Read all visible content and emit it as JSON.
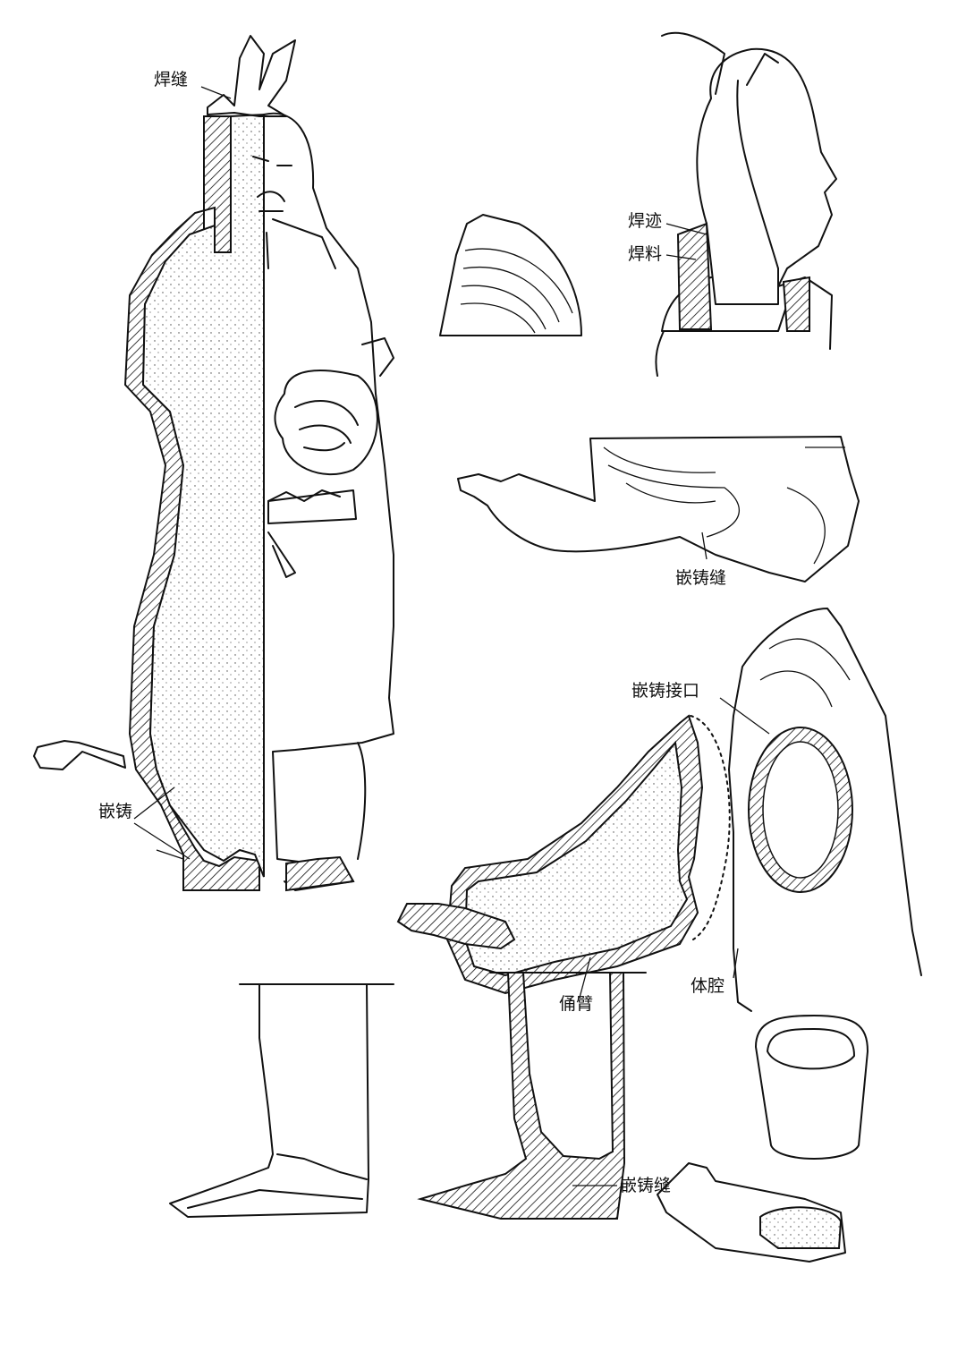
{
  "figure": {
    "labels": {
      "weld_seam": "焊缝",
      "weld_trace": "焊迹",
      "solder": "焊料",
      "arm_cast_seam": "嵌铸缝",
      "cast_joint": "嵌铸接口",
      "body_cavity": "体腔",
      "figure_arm": "俑臂",
      "cast_in": "嵌铸",
      "foot_cast_seam": "嵌铸缝"
    },
    "colors": {
      "ink": "#111111",
      "paper": "#ffffff"
    }
  }
}
